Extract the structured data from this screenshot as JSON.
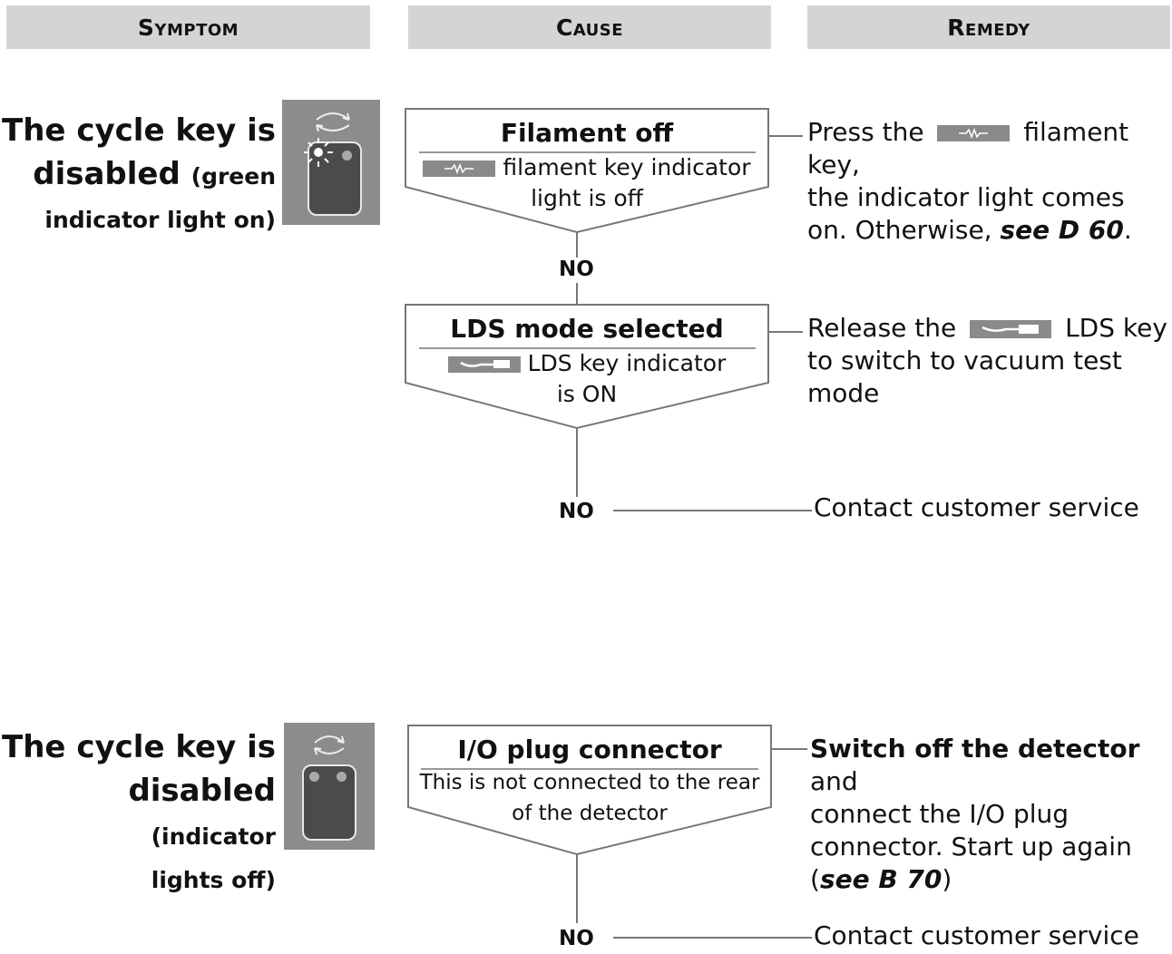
{
  "headers": {
    "symptom": "Symptom",
    "cause": "Cause",
    "remedy": "Remedy"
  },
  "section1": {
    "symptom": {
      "line1": "The cycle key is",
      "line2_big": "disabled",
      "line2_small": "(green",
      "line3": "indicator light on)"
    },
    "cause1": {
      "title": "Filament off",
      "body_after_icon": "filament key indicator",
      "body_line2": "light is off"
    },
    "remedy1": {
      "part1": "Press the",
      "part2": "filament key,",
      "line2": "the indicator light comes",
      "line3a": "on. Otherwise,",
      "link": "see D 60",
      "line3b": "."
    },
    "no1": "NO",
    "cause2": {
      "title": "LDS mode selected",
      "body_after_icon": "LDS key indicator",
      "body_line2": "is ON"
    },
    "remedy2": {
      "part1": "Release the",
      "part2": "LDS key",
      "line2": "to switch to vacuum test",
      "line3": "mode"
    },
    "no2": "NO",
    "remedy3": "Contact customer service"
  },
  "section2": {
    "symptom": {
      "line1": "The cycle key is",
      "line2_big": "disabled",
      "line2_small": "(indicator",
      "line3": "lights off)"
    },
    "cause1": {
      "title": "I/O plug connector",
      "body_line1": "This is not connected to the rear",
      "body_line2": "of the detector"
    },
    "remedy1": {
      "bold": "Switch off the detector",
      "part1": "and",
      "line2": "connect the I/O plug",
      "line3": "connector. Start up again",
      "line4a": "(",
      "link": "see B 70",
      "line4b": ")"
    },
    "no1": "NO",
    "remedy2": "Contact customer service"
  }
}
